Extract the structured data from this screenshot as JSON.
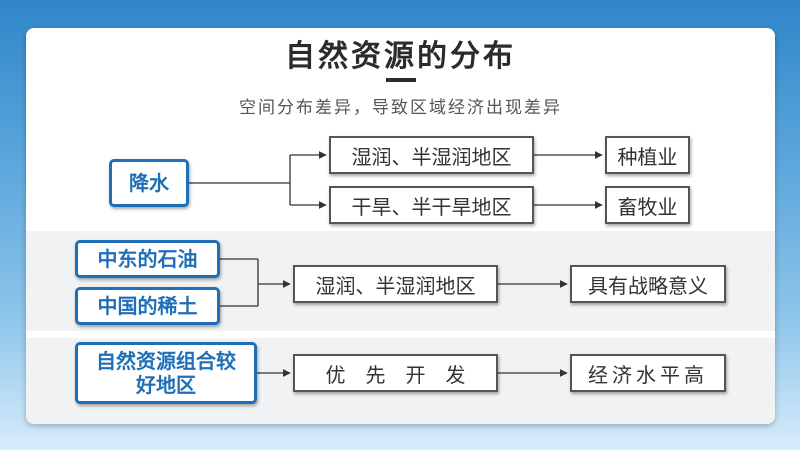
{
  "title": "自然资源的分布",
  "subtitle": "空间分布差异，导致区域经济出现差异",
  "row1": {
    "source": "降水",
    "branches": [
      {
        "region": "湿润、半湿润地区",
        "result": "种植业"
      },
      {
        "region": "干旱、半干旱地区",
        "result": "畜牧业"
      }
    ]
  },
  "row2": {
    "sources": [
      "中东的石油",
      "中国的稀土"
    ],
    "region": "湿润、半湿润地区",
    "result": "具有战略意义"
  },
  "row3": {
    "source": "自然资源组合较好地区",
    "action": "优　先　开　发",
    "result": "经济水平高"
  },
  "colors": {
    "accent": "#1f6fb8",
    "band": "#f1f2f3"
  }
}
